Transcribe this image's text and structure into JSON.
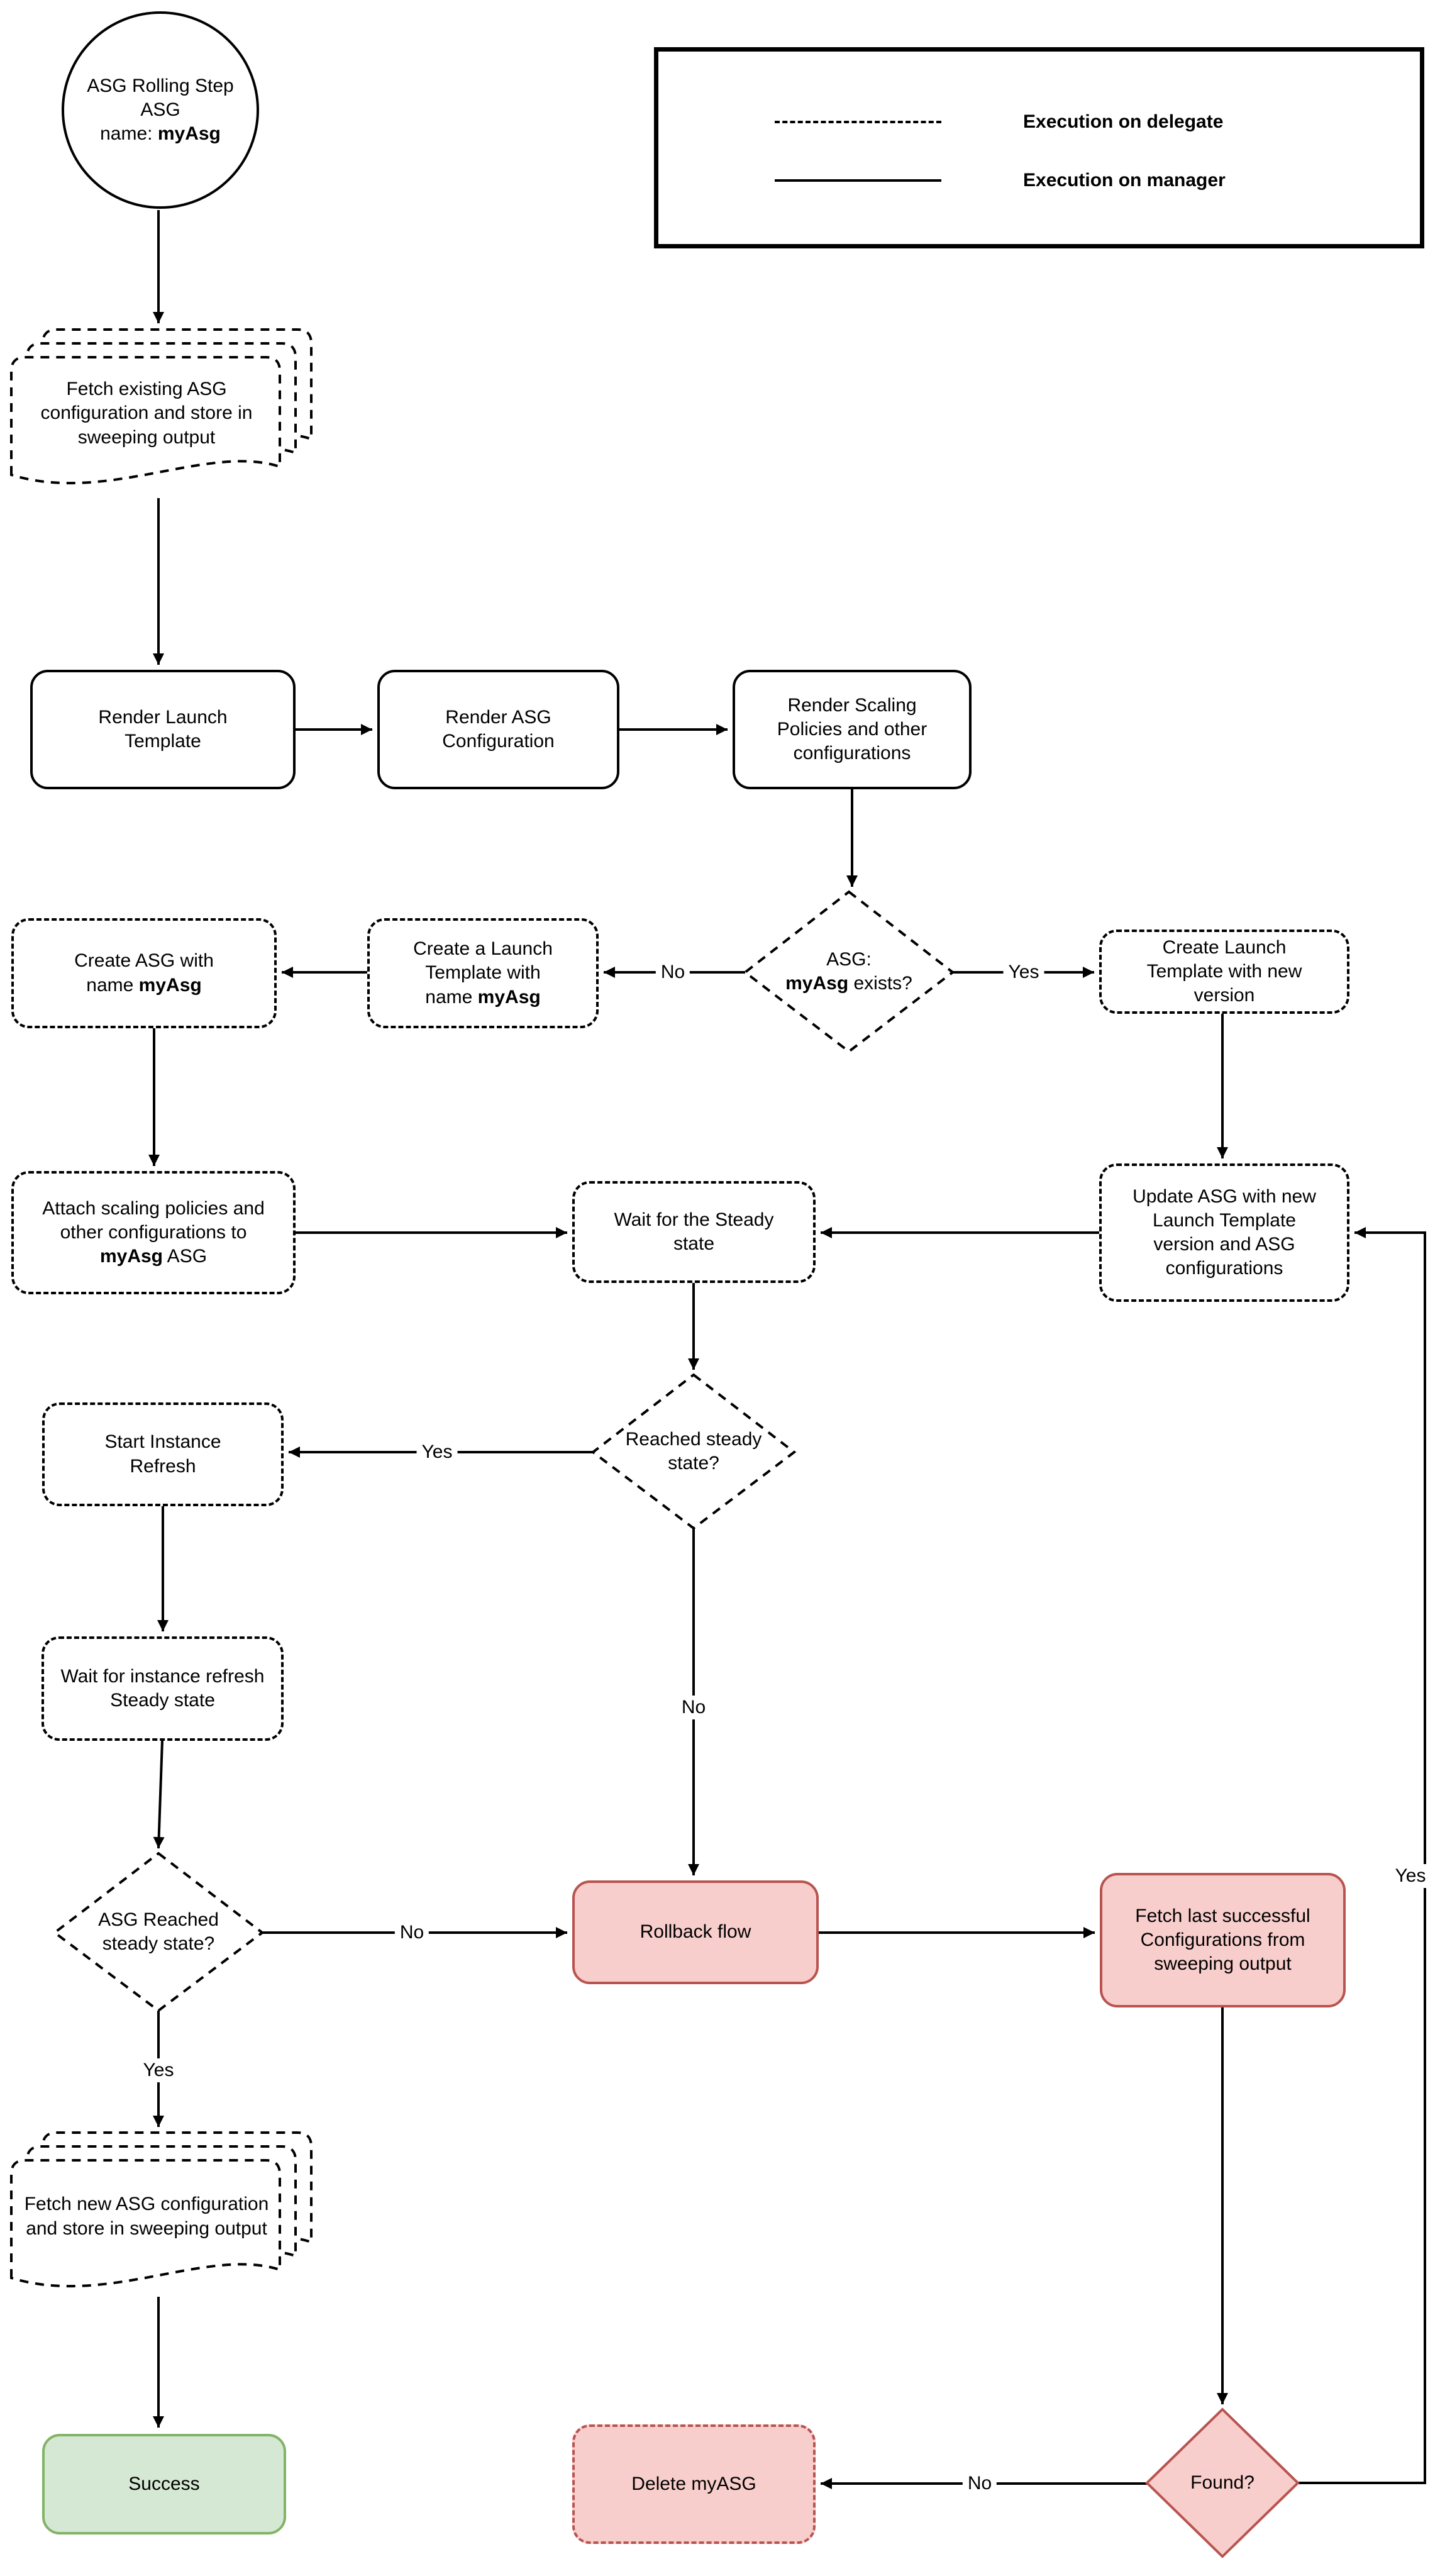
{
  "legend": {
    "delegate_label": "Execution on delegate",
    "manager_label": "Execution on manager"
  },
  "colors": {
    "line": "#000000",
    "danger_fill": "#f8cecc",
    "danger_stroke": "#b85450",
    "success_fill": "#d5e8d4",
    "success_stroke": "#82b366"
  },
  "nodes": {
    "start_event": {
      "line1": "ASG Rolling Step",
      "line2": "ASG",
      "line3_prefix": "name: ",
      "line3_bold": "myAsg"
    },
    "fetch_existing": {
      "label": "Fetch existing ASG configuration and store in sweeping output"
    },
    "render_launch_template": {
      "label": "Render Launch Template"
    },
    "render_asg_configuration": {
      "label": "Render ASG Configuration"
    },
    "render_scaling_policies": {
      "label": "Render Scaling Policies and other configurations"
    },
    "asg_exists_decision": {
      "line1": "ASG:",
      "bold": "myAsg",
      "suffix": " exists?"
    },
    "create_launch_template_myasg": {
      "prefix": "Create a Launch Template with name ",
      "bold": "myAsg"
    },
    "create_asg_myasg": {
      "prefix": "Create ASG with name ",
      "bold": "myAsg"
    },
    "create_launch_template_new_version": {
      "label": "Create Launch Template with new version"
    },
    "attach_scaling_policies": {
      "prefix": "Attach scaling policies and other configurations to ",
      "bold": "myAsg",
      "suffix": " ASG"
    },
    "wait_steady_state": {
      "label": "Wait for the Steady state"
    },
    "update_asg": {
      "label": "Update ASG with new Launch Template version and ASG configurations"
    },
    "reached_steady_decision": {
      "label": "Reached steady state?"
    },
    "start_instance_refresh": {
      "label": "Start Instance Refresh"
    },
    "wait_instance_refresh": {
      "label": "Wait for instance refresh Steady state"
    },
    "asg_reached_steady_decision": {
      "label": "ASG Reached steady state?"
    },
    "rollback_flow": {
      "label": "Rollback flow"
    },
    "fetch_last_successful": {
      "label": "Fetch last successful Configurations from sweeping output"
    },
    "fetch_new_config": {
      "label": "Fetch new ASG configuration and store in sweeping output"
    },
    "success": {
      "label": "Success"
    },
    "delete_myasg": {
      "label": "Delete myASG"
    },
    "found_decision": {
      "label": "Found?"
    }
  },
  "edge_labels": {
    "asg_exists_no": "No",
    "asg_exists_yes": "Yes",
    "reached_steady_yes": "Yes",
    "reached_steady_no": "No",
    "asg_reached_no": "No",
    "asg_reached_yes": "Yes",
    "found_no": "No",
    "found_yes": "Yes"
  }
}
